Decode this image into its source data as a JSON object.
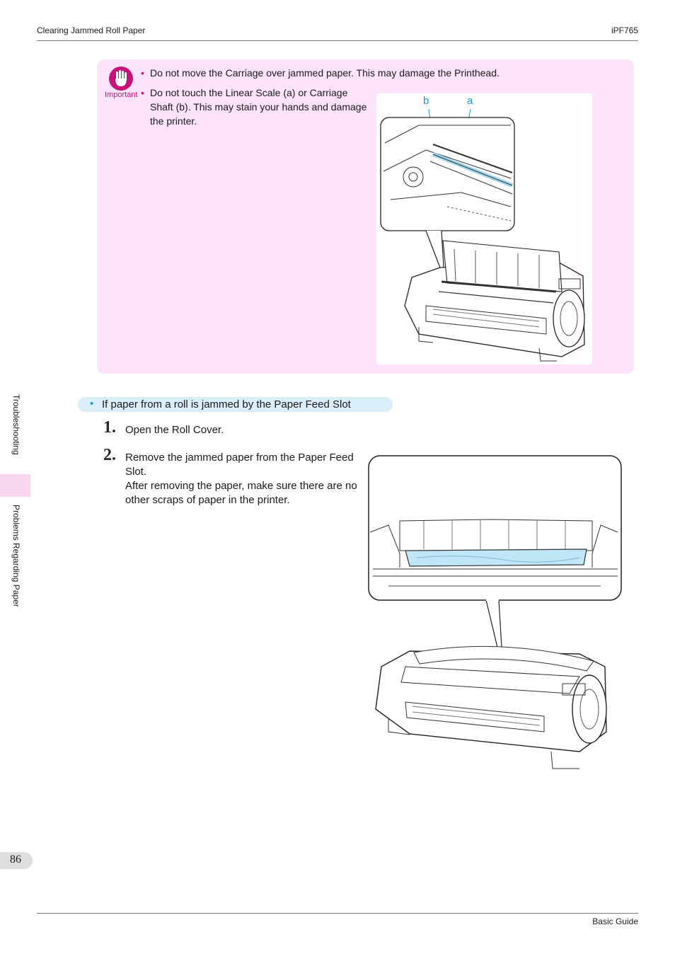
{
  "header": {
    "title": "Clearing Jammed Roll Paper",
    "model": "iPF765"
  },
  "important": {
    "label": "Important",
    "items": [
      "Do not move the Carriage over jammed paper. This may damage the Printhead.",
      "Do not touch the Linear Scale (a) or Carriage Shaft (b). This may stain your hands and damage the printer."
    ],
    "figure": {
      "callout_b": "b",
      "callout_a": "a"
    }
  },
  "sidebar": {
    "section": "Troubleshooting",
    "subsection": "Problems Regarding Paper"
  },
  "subheading": "If paper from a roll is jammed by the Paper Feed Slot",
  "steps": [
    {
      "num": "1.",
      "text": "Open the Roll Cover."
    },
    {
      "num": "2.",
      "text": "Remove the jammed paper from the Paper Feed Slot.",
      "text2": "After removing the paper, make sure there are no other scraps of paper in the printer."
    }
  ],
  "footer": {
    "page": "86",
    "guide": "Basic Guide"
  },
  "colors": {
    "accent_pink": "#c8127a",
    "important_bg": "#fde3fb",
    "accent_blue": "#1a9ad6",
    "highlight_blue": "#bfe6f6"
  }
}
